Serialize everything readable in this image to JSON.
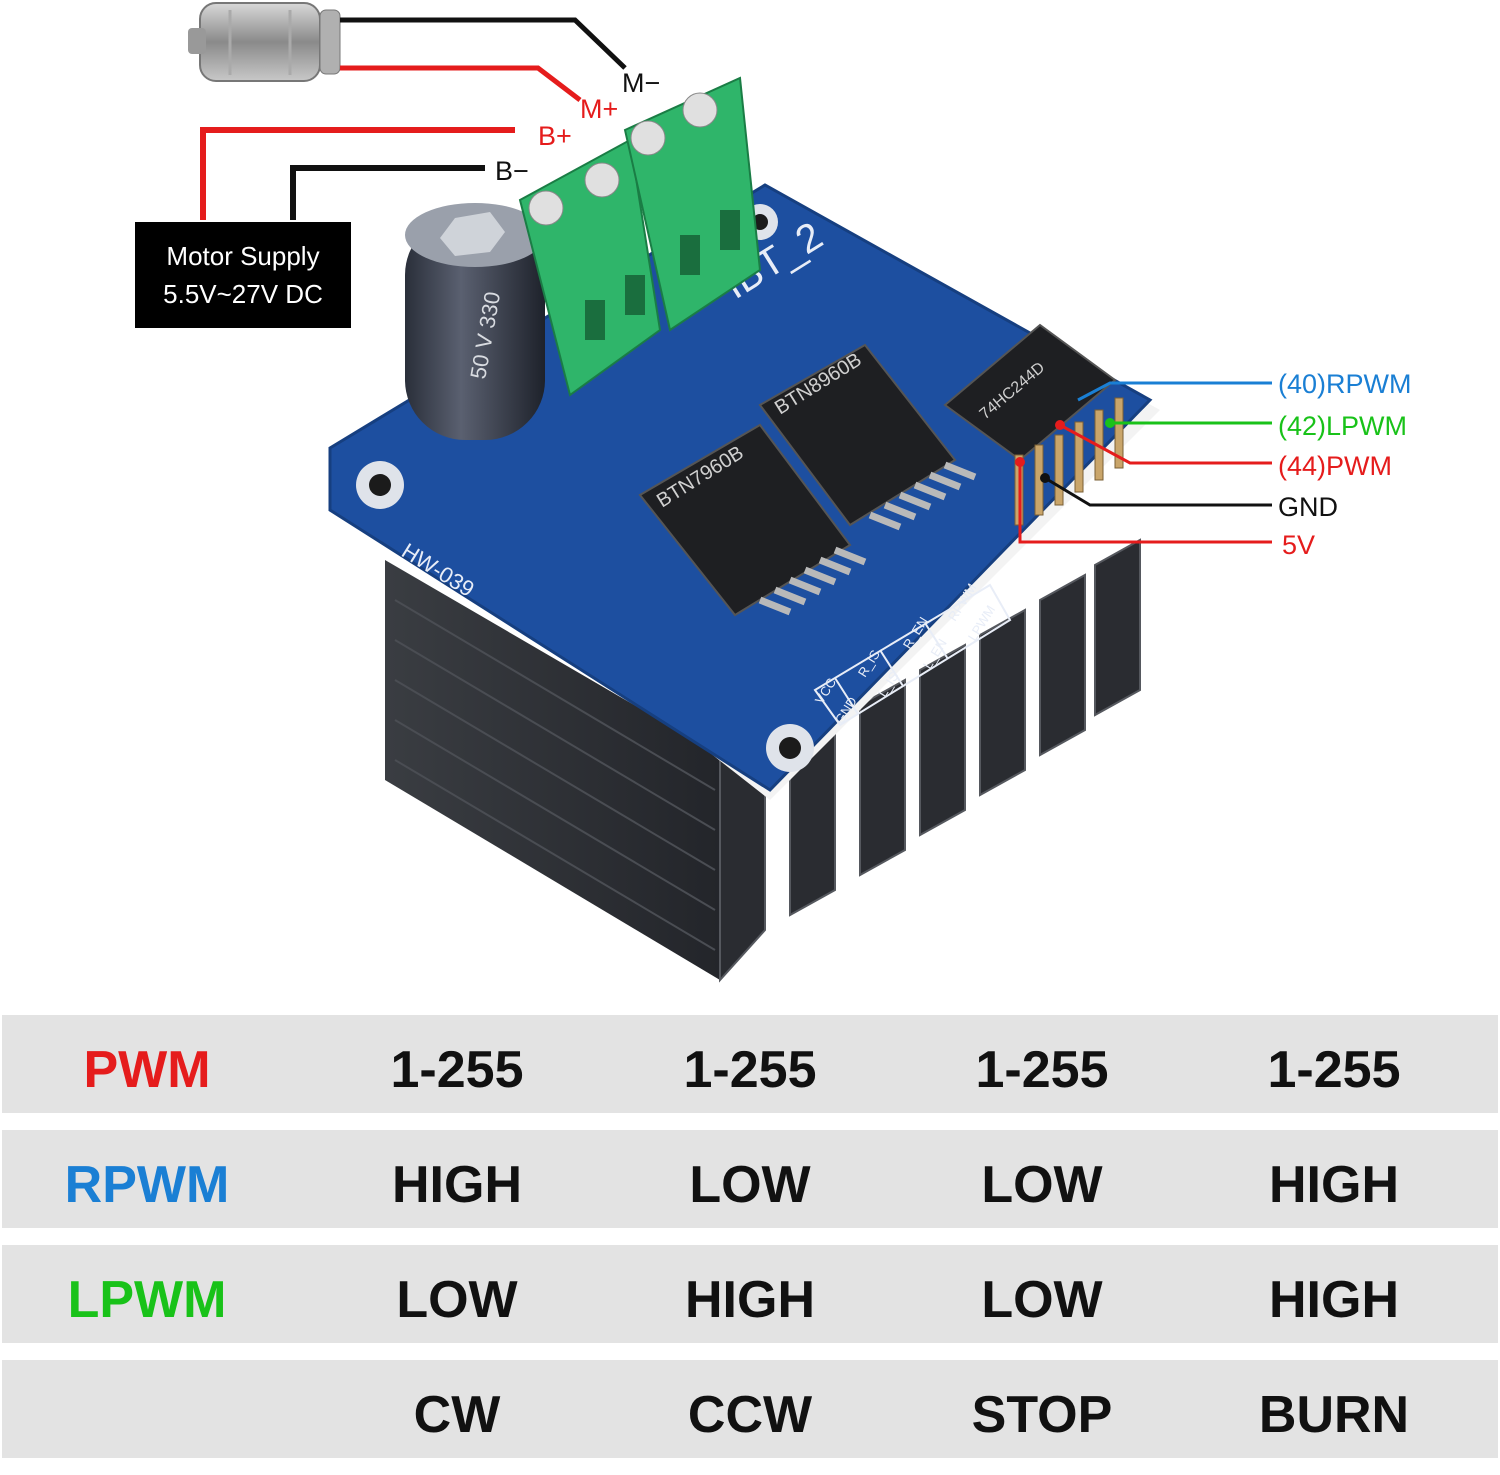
{
  "motor_labels": {
    "m_minus": "M−",
    "m_plus": "M+",
    "b_plus": "B+",
    "b_minus": "B−"
  },
  "motor_supply": {
    "line1": "Motor Supply",
    "line2": "5.5V~27V DC"
  },
  "pins": [
    {
      "label": "(40)RPWM",
      "color": "#1a7fd4"
    },
    {
      "label": "(42)LPWM",
      "color": "#19c219"
    },
    {
      "label": "(44)PWM",
      "color": "#e51c1c"
    },
    {
      "label": "GND",
      "color": "#111111"
    },
    {
      "label": "5V",
      "color": "#e51c1c"
    }
  ],
  "board": {
    "name": "IBT_2",
    "model": "HW-039",
    "chip1": "BTN7960B",
    "chip2": "BTN8960B",
    "chip3": "74HC244D",
    "cap_text": "50 V 330",
    "pin_labels": [
      "VCC",
      "GND",
      "R_IS",
      "L_IS",
      "R_EN",
      "L_EN",
      "RPWM",
      "LPWM"
    ]
  },
  "colors": {
    "red": "#e51c1c",
    "blue": "#1a7fd4",
    "green": "#19c219",
    "black": "#111111"
  },
  "truth_table": {
    "rows": [
      {
        "header": "PWM",
        "color": "#e51c1c",
        "values": [
          "1-255",
          "1-255",
          "1-255",
          "1-255"
        ]
      },
      {
        "header": "RPWM",
        "color": "#1a7fd4",
        "values": [
          "HIGH",
          "LOW",
          "LOW",
          "HIGH"
        ]
      },
      {
        "header": "LPWM",
        "color": "#19c219",
        "values": [
          "LOW",
          "HIGH",
          "LOW",
          "HIGH"
        ]
      },
      {
        "header": "",
        "color": "#111111",
        "values": [
          "CW",
          "CCW",
          "STOP",
          "BURN"
        ]
      }
    ]
  }
}
